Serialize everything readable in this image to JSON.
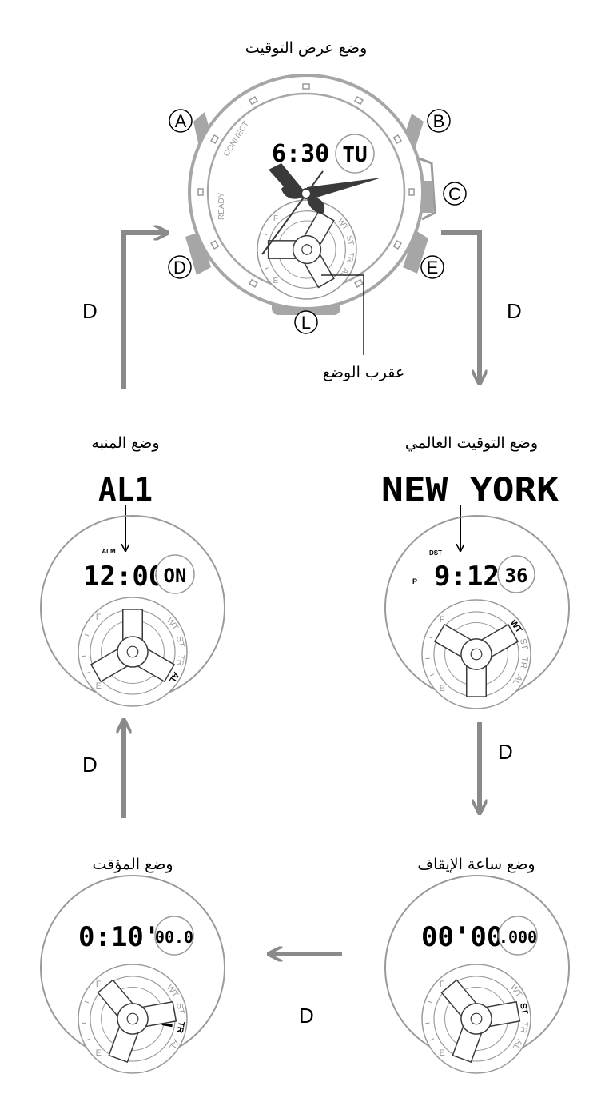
{
  "colors": {
    "line": "#9a9a9a",
    "flow_arrow": "#8a8a8a",
    "button": "#a6a6a6",
    "hand": "#3a3a3a",
    "text": "#000000"
  },
  "modes": {
    "timekeeping": {
      "label": "وضع عرض التوقيت",
      "display_time": "6:30",
      "display_day": "TU",
      "bezel_texts": [
        "CONNECT",
        "READY"
      ],
      "buttons": [
        "A",
        "B",
        "C",
        "D",
        "E",
        "L"
      ],
      "mode_hand_label": "عقرب الوضع",
      "subdial_marks": [
        "F",
        "E",
        "WT",
        "ST",
        "TR",
        "AL"
      ]
    },
    "world_time": {
      "label": "وضع التوقيت العالمي",
      "city": "NEW YORK",
      "time": "9:12",
      "seconds": "36",
      "dst": "DST",
      "pm": "P"
    },
    "alarm": {
      "label": "وضع المنبه",
      "alarm_no": "AL1",
      "time": "12:00",
      "status": "ON",
      "indicator": "ALM"
    },
    "stopwatch": {
      "label": "وضع ساعة الإيقاف",
      "time": "00'00",
      "fraction": ".000"
    },
    "timer": {
      "label": "وضع المؤقت",
      "time": "0:10'",
      "fraction": "00.0"
    }
  },
  "flow": {
    "button_label": "D"
  }
}
